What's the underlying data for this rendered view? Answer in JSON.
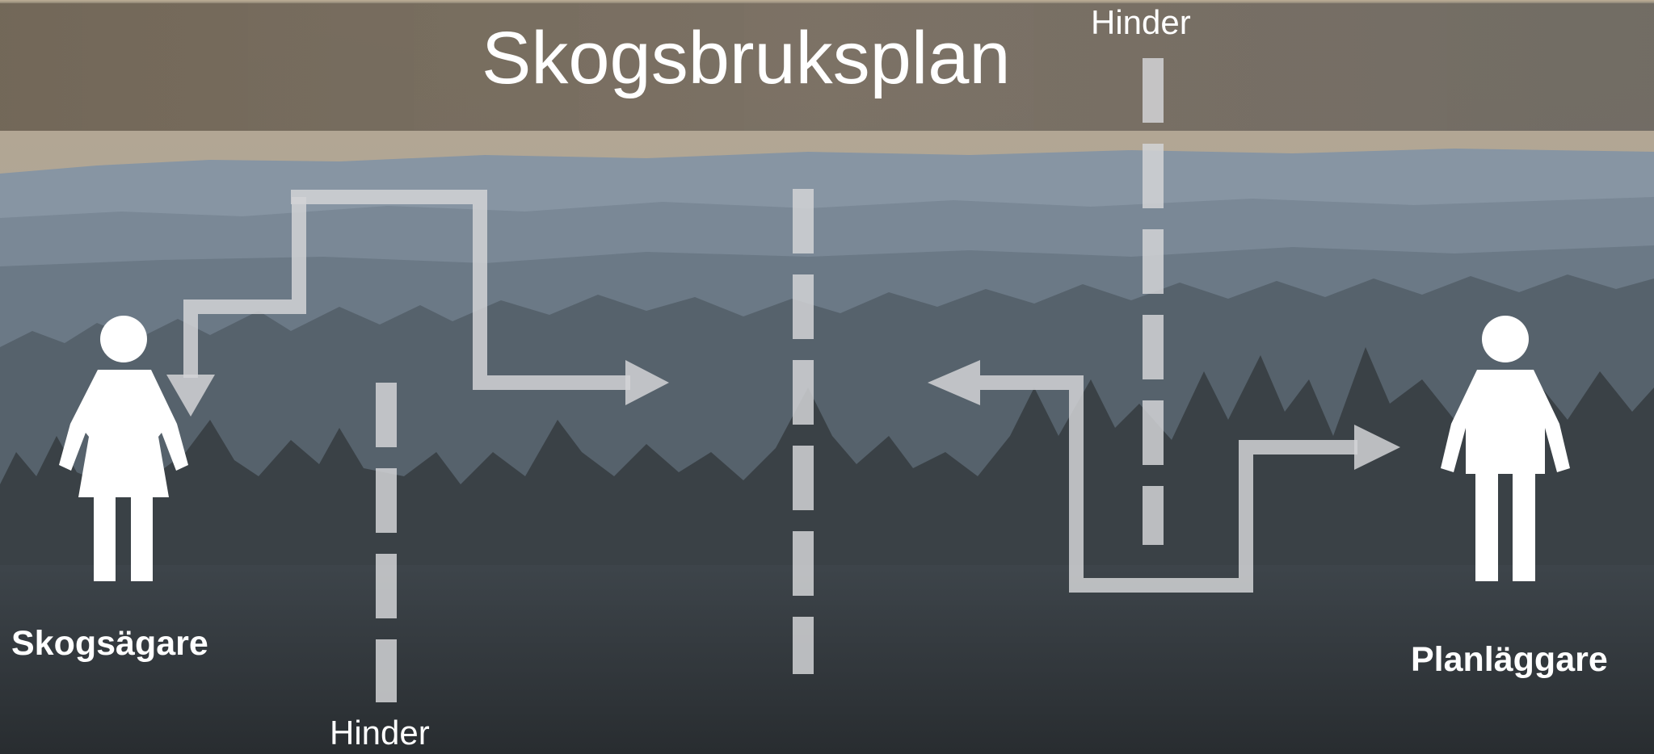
{
  "title": "Skogsbruksplan",
  "labels": {
    "hinder_top": "Hinder",
    "hinder_bottom": "Hinder",
    "forest_owner": "Skogsägare",
    "planner": "Planläggare"
  },
  "colors": {
    "banner": "#706556",
    "sky": "#b6a891",
    "ridge_far": "#7d8a98",
    "ridge_mid": "#5d6b78",
    "forest_dark": "#2f3438",
    "line": "#d2d4d6",
    "figure": "#ffffff"
  },
  "icons": {
    "forest_owner": "female-person-icon",
    "planner": "male-person-icon"
  }
}
